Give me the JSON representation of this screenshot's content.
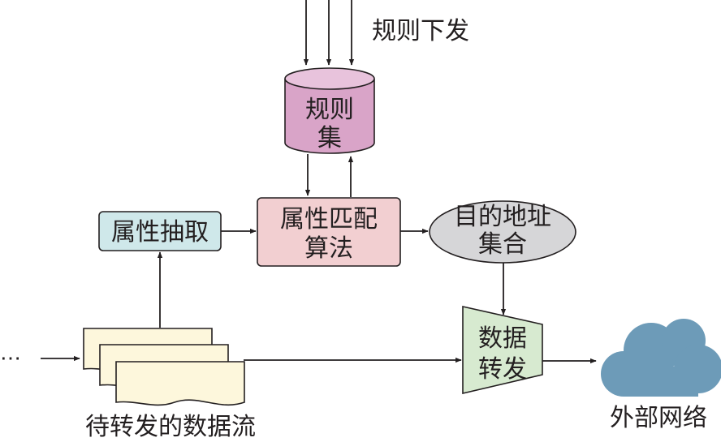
{
  "labels": {
    "rule_dispatch": "规则下发",
    "rule_set_line1": "规则",
    "rule_set_line2": "集",
    "attr_extract": "属性抽取",
    "attr_match_line1": "属性匹配",
    "attr_match_line2": "算法",
    "dest_set_line1": "目的地址",
    "dest_set_line2": "集合",
    "forward_line1": "数据",
    "forward_line2": "转发",
    "external_network": "外部网络",
    "input_stream": "待转发的数据流",
    "ellipsis": "⋯"
  },
  "colors": {
    "rule_set_fill": "#d9a4c8",
    "rule_set_top": "#e8c3dc",
    "attr_extract_fill": "#cfe8ea",
    "attr_match_fill": "#f2cfd1",
    "dest_set_fill": "#d6d6d8",
    "forward_fill": "#d7ead0",
    "document_fill": "#fdf7dc",
    "cloud_fill": "#6d9bb8",
    "stroke": "#231f20"
  },
  "icons": {
    "cloud": "cloud-icon",
    "documents": "document-stack-icon",
    "database": "database-cylinder-icon"
  }
}
